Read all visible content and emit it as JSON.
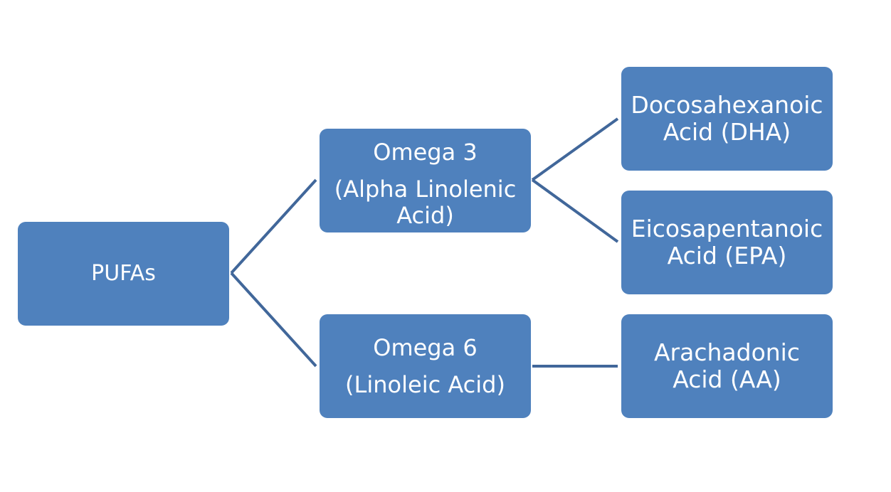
{
  "diagram": {
    "root": {
      "label": "PUFAs"
    },
    "omega3": {
      "lines": [
        "Omega 3",
        "(Alpha Linolenic",
        "Acid)"
      ]
    },
    "omega6": {
      "lines": [
        "Omega 6",
        "(Linoleic Acid)"
      ]
    },
    "dha": {
      "lines": [
        "Docosahexanoic",
        "Acid (DHA)"
      ]
    },
    "epa": {
      "lines": [
        "Eicosapentanoic",
        "Acid (EPA)"
      ]
    },
    "aa": {
      "lines": [
        "Arachadonic",
        "Acid (AA)"
      ]
    }
  },
  "colors": {
    "node_fill": "#4f81bd",
    "connector": "#41679a",
    "text": "#ffffff",
    "background": "#ffffff"
  }
}
